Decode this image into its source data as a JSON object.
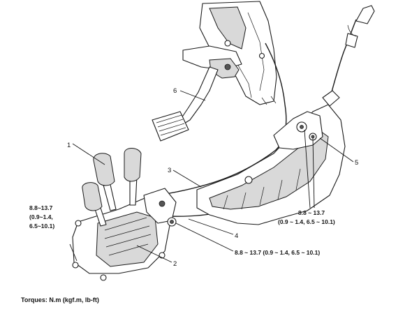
{
  "callouts": [
    {
      "id": "1",
      "text": "1"
    },
    {
      "id": "2",
      "text": "2"
    },
    {
      "id": "3",
      "text": "3"
    },
    {
      "id": "4",
      "text": "4"
    },
    {
      "id": "5",
      "text": "5"
    },
    {
      "id": "6",
      "text": "6"
    }
  ],
  "torques": {
    "left_line1": "8.8~13.7",
    "left_line2": "(0.9~1.4,",
    "left_line3": "6.5~10.1)",
    "right_line1": "8.8 ~ 13.7",
    "right_line2": "(0.9 ~ 1.4, 6.5 ~ 10.1)",
    "bottom_line": "8.8 ~ 13.7 (0.9 ~ 1.4, 6.5 ~ 10.1)"
  },
  "footer": {
    "torque_units": "Torques: N.m (kgf.m, lb-ft)"
  }
}
